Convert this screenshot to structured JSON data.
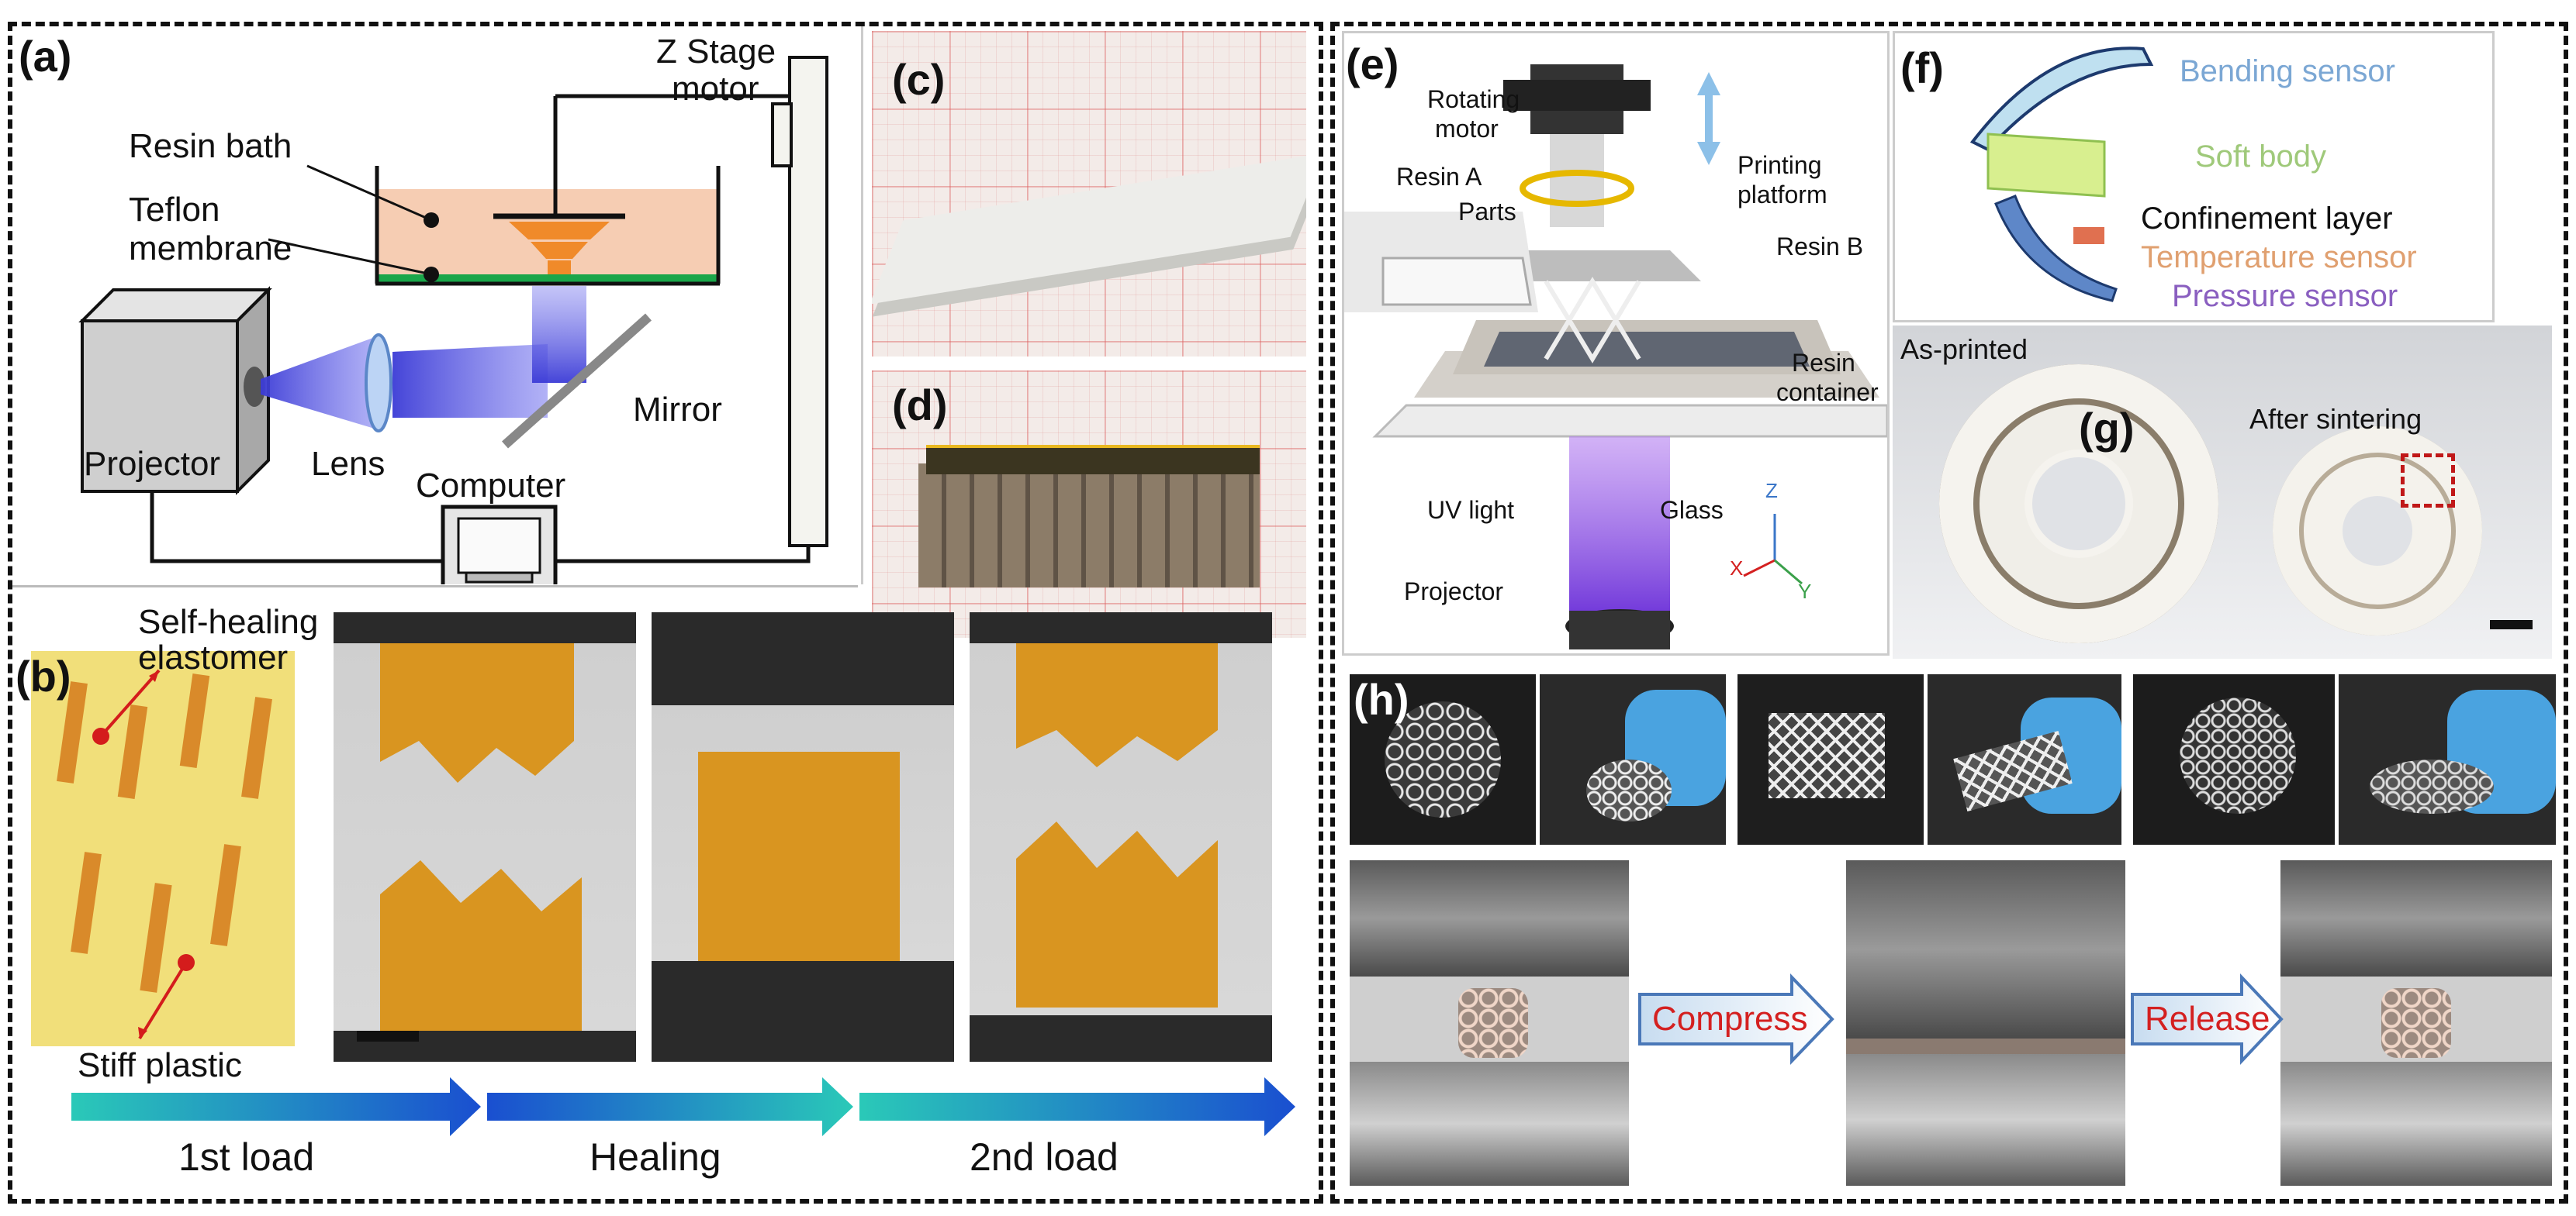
{
  "panels": {
    "a": {
      "label": "(a)",
      "z_stage_motor_line1": "Z Stage",
      "z_stage_motor_line2": "motor",
      "resin_bath": "Resin bath",
      "teflon_line1": "Teflon",
      "teflon_line2": "membrane",
      "projector": "Projector",
      "lens": "Lens",
      "mirror": "Mirror",
      "computer": "Computer"
    },
    "b": {
      "label": "(b)",
      "self_healing_line1": "Self-healing",
      "self_healing_line2": "elastomer",
      "stiff_plastic": "Stiff plastic",
      "stages": [
        "1st load",
        "Healing",
        "2nd load"
      ]
    },
    "c": {
      "label": "(c)"
    },
    "d": {
      "label": "(d)"
    },
    "e": {
      "label": "(e)",
      "rotating_motor_line1": "Rotating",
      "rotating_motor_line2": "motor",
      "printing_platform_line1": "Printing",
      "printing_platform_line2": "platform",
      "resin_a": "Resin A",
      "parts": "Parts",
      "resin_b": "Resin B",
      "resin_container_line1": "Resin",
      "resin_container_line2": "container",
      "uv_light": "UV light",
      "glass": "Glass",
      "projector": "Projector",
      "axis_z": "Z",
      "axis_x": "X",
      "axis_y": "Y"
    },
    "f": {
      "label": "(f)",
      "bending_sensor": "Bending sensor",
      "soft_body": "Soft body",
      "confinement_layer": "Confinement layer",
      "temperature_sensor": "Temperature sensor",
      "pressure_sensor": "Pressure sensor"
    },
    "g": {
      "label": "(g)",
      "as_printed": "As-printed",
      "after_sintering": "After sintering"
    },
    "h": {
      "label": "(h)",
      "compress": "Compress",
      "release": "Release"
    }
  },
  "colors": {
    "bending_sensor": "#7ba7d4",
    "soft_body": "#9fc97a",
    "temperature_sensor": "#e0a070",
    "pressure_sensor": "#8a5fc0",
    "compress_text": "#d42020",
    "release_text": "#d42020",
    "arrow_teal": "#2ac9b8",
    "arrow_blue": "#1a4fd0"
  }
}
